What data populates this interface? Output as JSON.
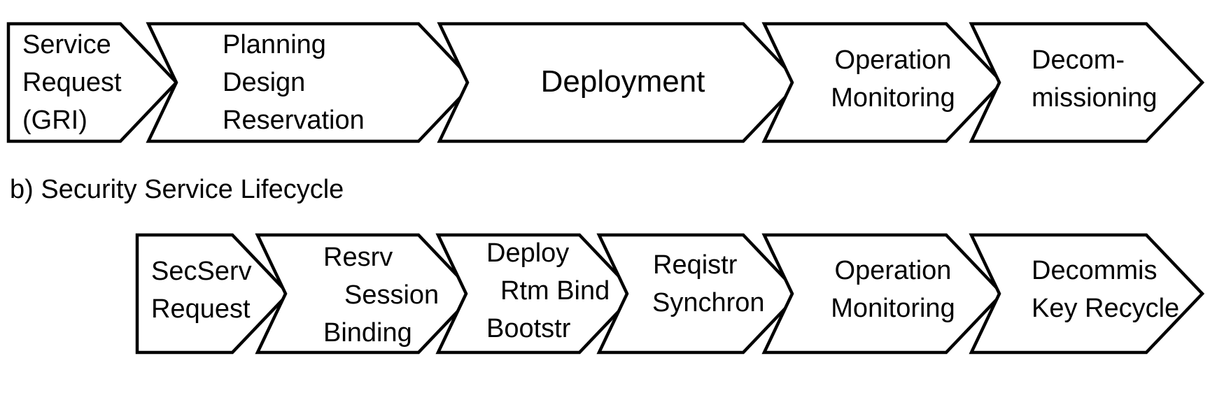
{
  "lifecycle_a": {
    "stages": [
      {
        "lines": [
          "Service",
          "Request",
          "(GRI)"
        ]
      },
      {
        "lines": [
          "Planning",
          "Design",
          "Reservation"
        ]
      },
      {
        "lines": [
          "Deployment"
        ]
      },
      {
        "lines": [
          "Operation",
          "Monitoring"
        ]
      },
      {
        "lines": [
          "Decom-",
          "missioning"
        ]
      }
    ]
  },
  "lifecycle_b": {
    "title": "b) Security Service Lifecycle",
    "stages": [
      {
        "lines": [
          "SecServ",
          "Request"
        ]
      },
      {
        "lines": [
          "Resrv",
          "Session",
          "Binding"
        ]
      },
      {
        "lines": [
          "Deploy",
          "Rtm Bind",
          "Bootstr"
        ]
      },
      {
        "lines": [
          "Reqistr",
          "Synchron"
        ]
      },
      {
        "lines": [
          "Operation",
          "Monitoring"
        ]
      },
      {
        "lines": [
          "Decommis",
          "Key Recycle"
        ]
      }
    ]
  }
}
